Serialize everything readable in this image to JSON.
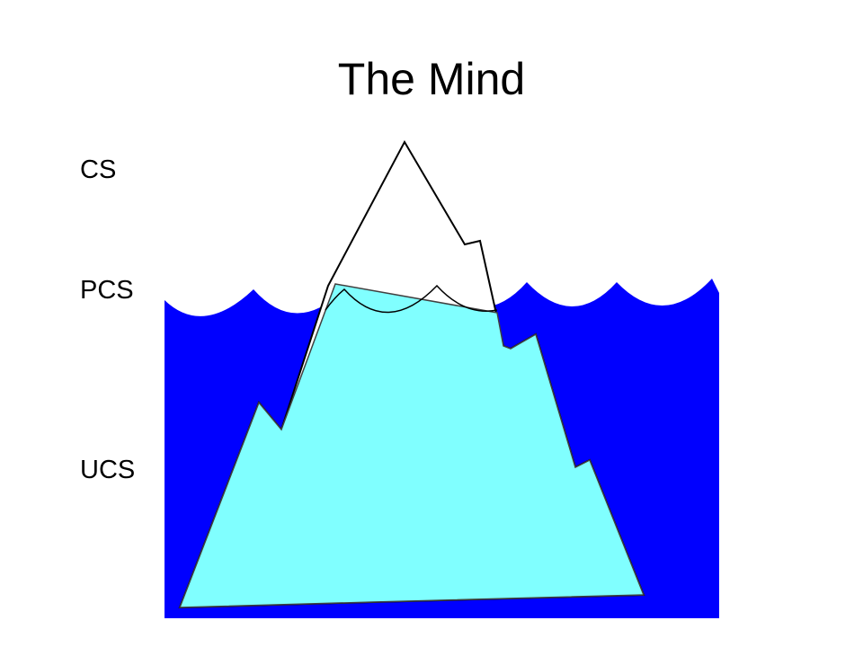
{
  "title": "The Mind",
  "levels": {
    "conscious": "CS",
    "preconscious": "PCS",
    "unconscious": "UCS"
  },
  "colors": {
    "water": "#0000ff",
    "iceberg_underwater": "#80ffff",
    "iceberg_above_water": "#ffffff",
    "outline": "#000000",
    "background": "#ffffff"
  }
}
